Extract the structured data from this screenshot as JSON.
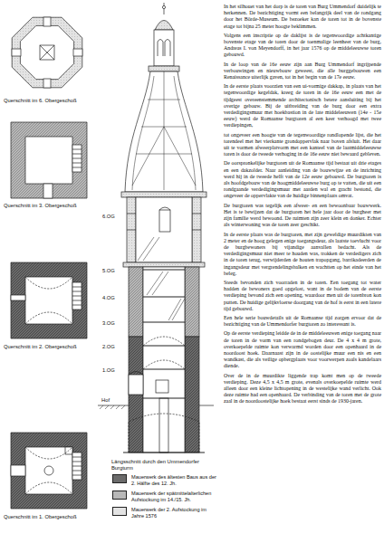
{
  "diagram": {
    "labels": [
      "Querschnitt im 6. Obergeschoß",
      "Querschnitt im 3. Obergeschoß",
      "Querschnitt im 2. Obergeschoß",
      "Querschnitt im 1. Obergeschoß",
      "6.OG",
      "5.OG",
      "4.OG",
      "3.OG",
      "2.OG",
      "1.OG",
      "Hof",
      "Längsschnitt durch den Ummendorfer Burgturm",
      "In het silhouet van het dorp is de toren van Burg Ummendorf duidelijk te herkennen. De bezichtiging vormt een belangrijk deel van de rondgang door het Börde-Museum. De bezoeker kan de toren tot in de bovenste etage tot bijna 25 meter hoogte beklimmen.",
      "Volgens een inscriptie op de daklijst is de tegenwoordige achtkantige bovenste etage van de toren door de toenmalige leenheer van de burg, Andreas I. von Meyendorff, in het jaar 1576 op de middeleeuwse toren gebouwd.",
      "In de loop van de 16e eeuw zijn aan Burg Ummendorf ingrijpende verbouwingen en nieuwbouw geweest, die alle burggebouwen een Renaissance uiterlijk gaven, tot in het begin van de 17e eeuw.",
      "In de eerste plaats voorzien van een ui-vormige dakkap, in plaats van het tegenwoordige kegeldak, kreeg de toren in de 16e eeuw een met de tijdgeest overeenstemmende architectonisch betere aansluiting bij het overige gebouw. Bij de uitbreiding van de burg door een extra verdedigingsmuur met hoekbastion in de late middeleeuwen (14e - 15e eeuw) werd de Romaanse burgtoren al een keer verhoogd met twee verdiepingen,",
      "tot ongeveer een hoogte van de tegenwoordige rondlopende lijst, die het torendeel met het vierkante grondoppervlak naar boven afsluit. Het daar uit te vormen afweerplatvorm met een kanteel van de laatmiddeleeuwse toren is door de tweede verhoging in de 16e eeuw niet bewaard gebleven.",
      "De oorspronkelijke burgtoren uit de Romaanse tijd bestaat uit drie etages en een dakzolder. Naar aanleiding van de bouwwijze en de inrichting werd hij in de tweede helft van de 12e eeuw gebouwd. De burgtoren is als hoofdgebouw van de hoogmiddeleeuwse burg op te vatten, die uit een rondgaande verdedigingsmuur met aarden wal en gracht bestond, die ongeveer de oppervlakte van de huidige binnenplaats omvat.",
      "De burgtoren was tegelijk een afweer- en een bewoonbaar bouwwerk. Het is te bewijzen dat de burgtoren het hele jaar door de burgheer met zijn familie werd bewoond. De ruimten zijn zeer klein en donker. Echter als winterwoning was de toren zeer geschikt.",
      "In de eerste plaats was de burgtoren, met zijn geweldige muurdikten van 2 meter en de hoog gelegen enige toegangsdeur, als laatste toevlucht voor de burgbewoners bij vijandige aanvallen bedacht. Als de verdedigingsmuur niet meer te houden was, trokken de verdedigers zich in de toren terug, verwijderden de houten trapopgang, barrikadeerden de ingangsdeur met vergrendelingsbalken en wachtten op het einde van het beleg.",
      "Steeds bevonden zich voorraden in de toren. Een toegang tot water hadden de bewoners goed opgelost, want in de bodem van de eerste verdieping bevond zich een opening, waardoor men uit de torenbron kon putten. De huidige gelijkvloerse doorgang van de hof is eerst in een latere tijd gebouwd.",
      "Een hele serie bouwdetails uit de Romaanse tijd zorgen ervoor dat de bezichtiging van de Ummendorfer burgtoren zo interessant is.",
      "Op de eerste verdieping leidde de in de middeleeuwen enige toegang naar de toren in de vorm van een rondgebogen deur. De 4 x 4 m grote, overkoepelde ruimte kon verwarmd worden door een openhaard in de noordoost hoek. Daarnaast zijn in de oostelijke muur een nis en een wandkast, die als veilige opbergplaats voor voorwerpen zoals kandelaars diende.",
      "Over de in de muurdikte liggende trap komt men op de tweede verdieping. Deze 4,5 x 4,5 m grote, evenals overkoepelde ruimte werd alleen door een kleine lichtopening in de westelijke wand verlicht. Ook deze ruimte had een openhaard. De verbinding van de toren met de grote zaal in de noordoostelijke hoek bestaat eerst sinds de 1930-jaren."
    ],
    "legend": [
      {
        "text": "Mauerwerk des ältesten Baus aus der 2. Hälfte des 12. Jh.",
        "color": "#6b6b6b"
      },
      {
        "text": "Mauerwerk der spätmittelalterlichen Aufstockung im 14./15. Jh.",
        "color": "#b8b8b8"
      },
      {
        "text": "Mauerwerk der 2. Aufstockung im Jahre 1576",
        "color": "#e3e3e3"
      }
    ]
  }
}
